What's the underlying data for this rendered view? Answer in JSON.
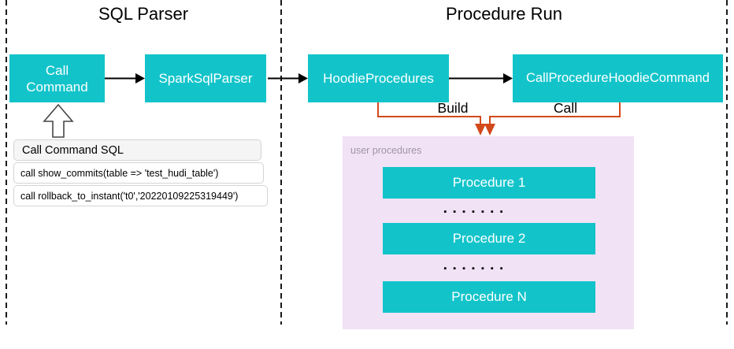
{
  "titles": {
    "left_section": "SQL Parser",
    "right_section": "Procedure Run"
  },
  "nodes": {
    "call_command": "Call Command",
    "spark_sql_parser": "SparkSqlParser",
    "hoodie_procedures": "HoodieProcedures",
    "call_procedure_hoodie_command": "CallProcedureHoodieCommand"
  },
  "edge_labels": {
    "build": "Build",
    "call": "Call"
  },
  "sql_panel": {
    "header": "Call Command SQL",
    "rows": [
      "call show_commits(table => 'test_hudi_table')",
      "call rollback_to_instant('t0','20220109225319449')"
    ]
  },
  "user_procedures": {
    "label": "user procedures",
    "items": [
      "Procedure 1",
      "Procedure 2",
      "Procedure N"
    ],
    "dots": "▪▪▪▪▪▪▪"
  },
  "colors": {
    "node_teal": "#12c4ca",
    "connector_orange": "#d2491c",
    "panel_purple": "#f2e2f6"
  }
}
